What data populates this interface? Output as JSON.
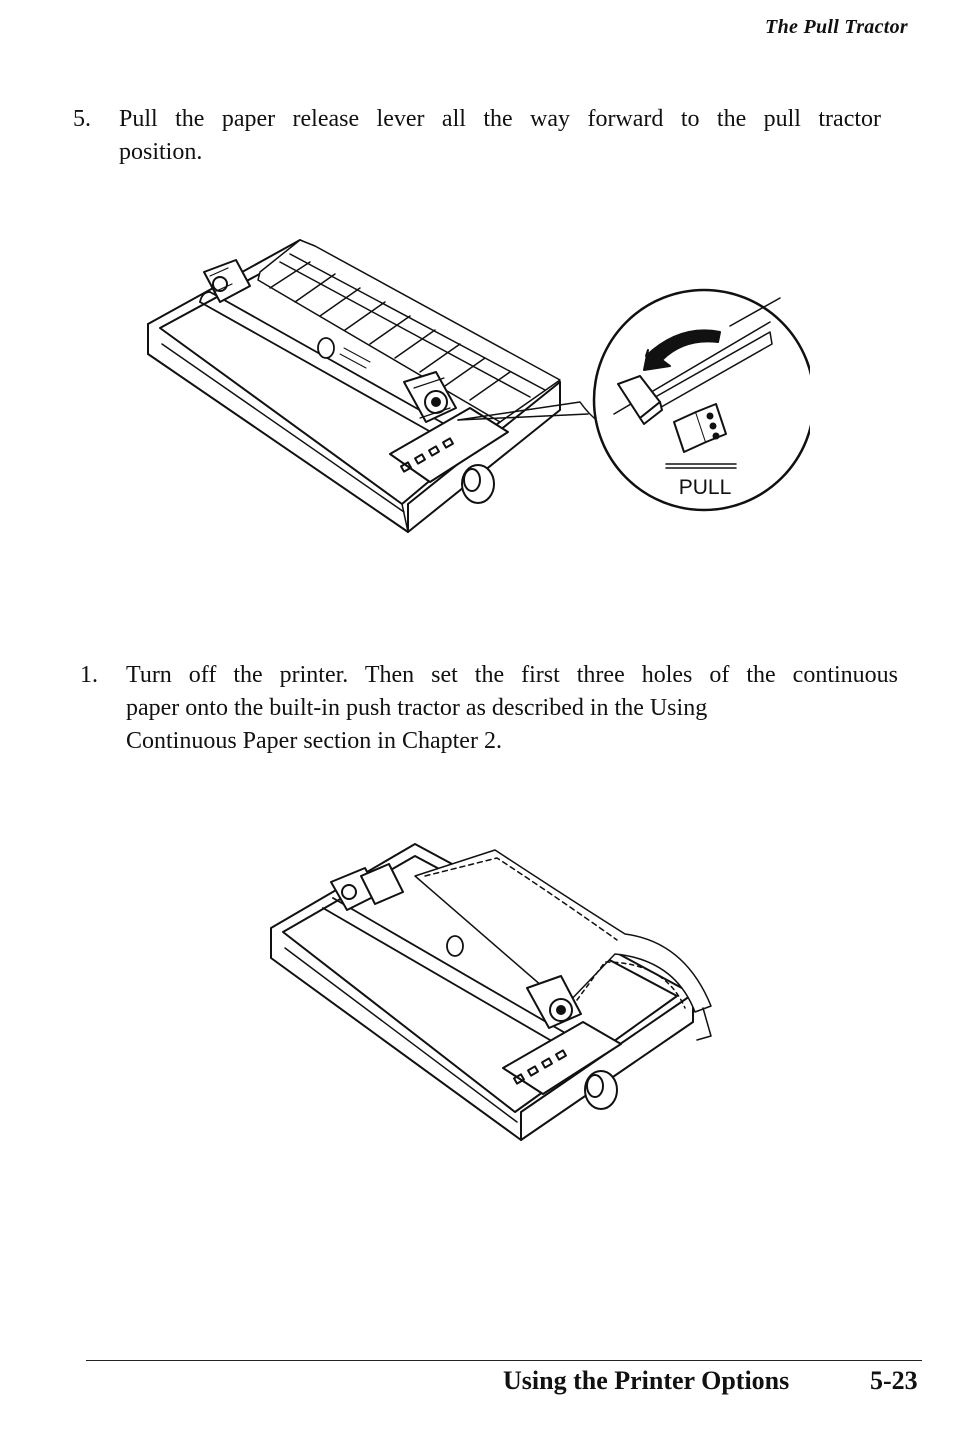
{
  "header": {
    "running_title": "The Pull Tractor"
  },
  "step5": {
    "number": "5.",
    "lines": [
      "Pull the paper release lever all the way forward to the pull tractor",
      "position."
    ]
  },
  "figure1": {
    "lever_label": "PULL"
  },
  "step1": {
    "number": "1.",
    "lines": [
      "Turn off the printer. Then set the first three holes of the continuous",
      "paper onto the built-in push tractor as described in the Using",
      "Continuous Paper section in Chapter 2."
    ]
  },
  "footer": {
    "section_title": "Using the Printer Options",
    "page_number": "5-23"
  }
}
